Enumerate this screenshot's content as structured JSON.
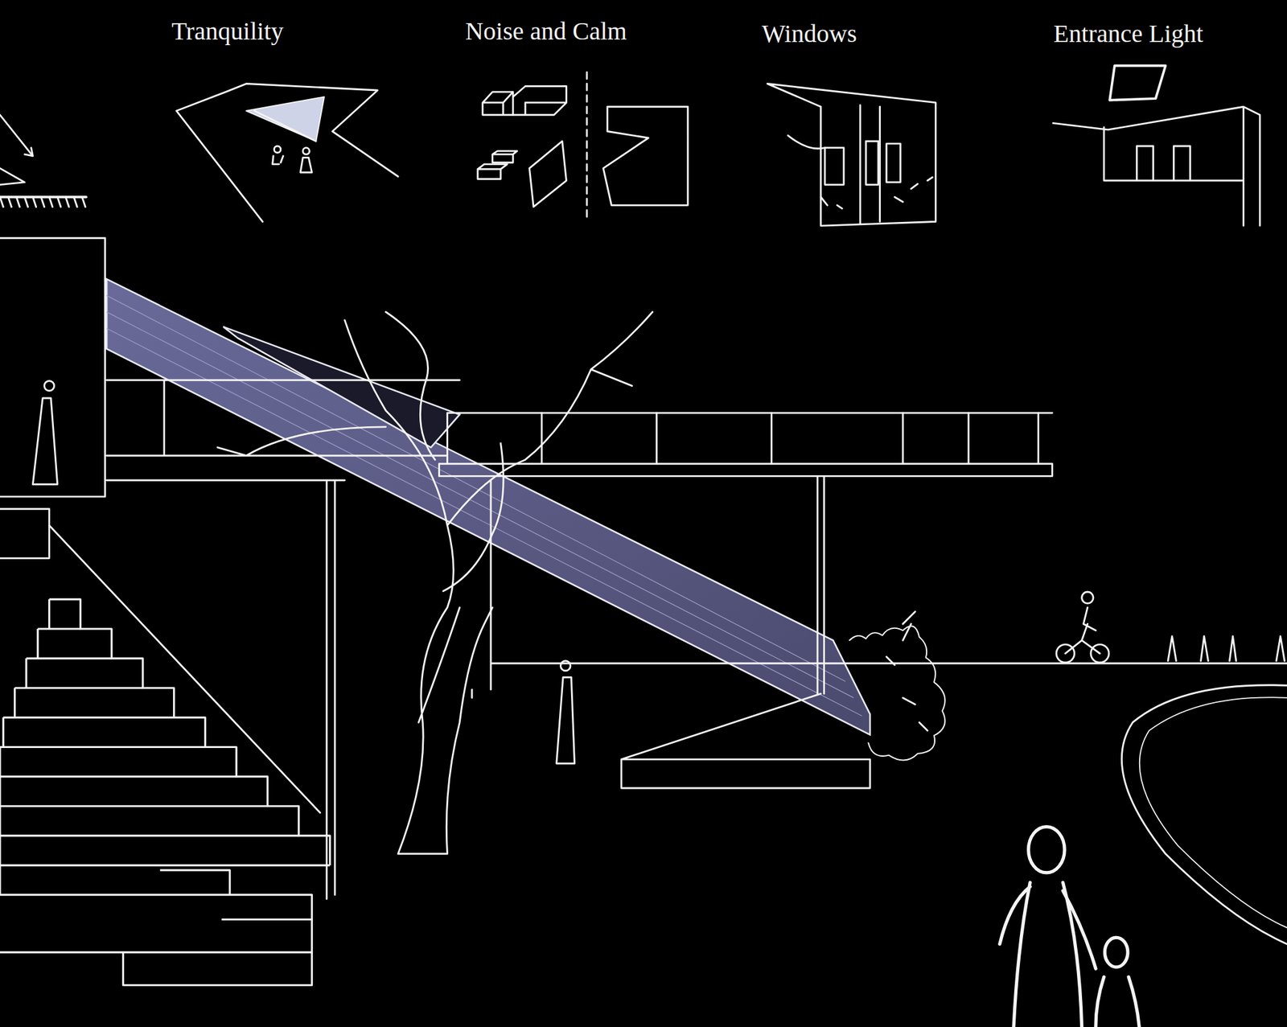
{
  "diagram": {
    "labels": [
      "Tranquility",
      "Noise and Calm",
      "Windows",
      "Entrance Light"
    ]
  }
}
